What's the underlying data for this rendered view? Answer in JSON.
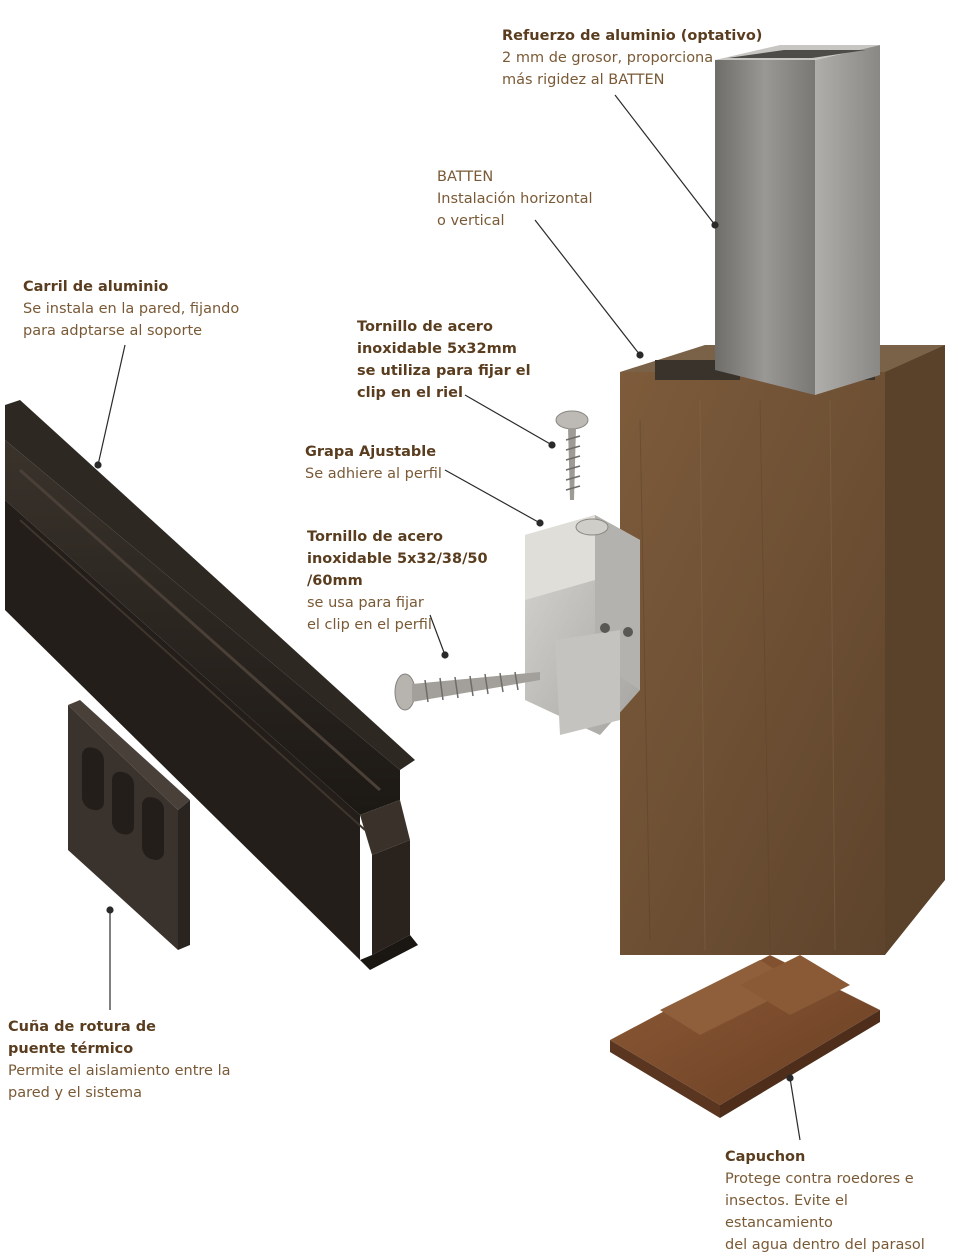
{
  "labels": {
    "refuerzo": {
      "title": "Refuerzo de aluminio (optativo)",
      "desc": "2 mm de grosor, proporciona\nmás rigidez al BATTEN"
    },
    "batten": {
      "title": "BATTEN",
      "desc": "Instalación horizontal\no vertical"
    },
    "carril": {
      "title": "Carril de aluminio",
      "desc": "Se instala en la pared, fijando\npara adptarse al soporte"
    },
    "tornillo1": {
      "title": "Tornillo de acero\ninoxidable 5x32mm\nse utiliza para fijar el\nclip en el riel",
      "desc": ""
    },
    "grapa": {
      "title": "Grapa Ajustable",
      "desc": "Se adhiere al perfil"
    },
    "tornillo2": {
      "title": "Tornillo de acero\ninoxidable 5x32/38/50\n/60mm",
      "desc": "se usa para fijar\nel clip en el perfil"
    },
    "cuna": {
      "title": "Cuña de rotura de\npuente térmico",
      "desc": "Permite el aislamiento entre la\npared y el sistema"
    },
    "capuchon": {
      "title": "Capuchon",
      "desc": "Protege contra roedores e\ninsectos. Evite el estancamiento\ndel agua dentro del parasol"
    }
  },
  "colors": {
    "title": "#5a3d1f",
    "desc": "#7a5a36",
    "wood": "#7a5a3a",
    "aluminium": "#8c8c8c",
    "rail": "#2a2420",
    "cap": "#7a4a2c"
  }
}
